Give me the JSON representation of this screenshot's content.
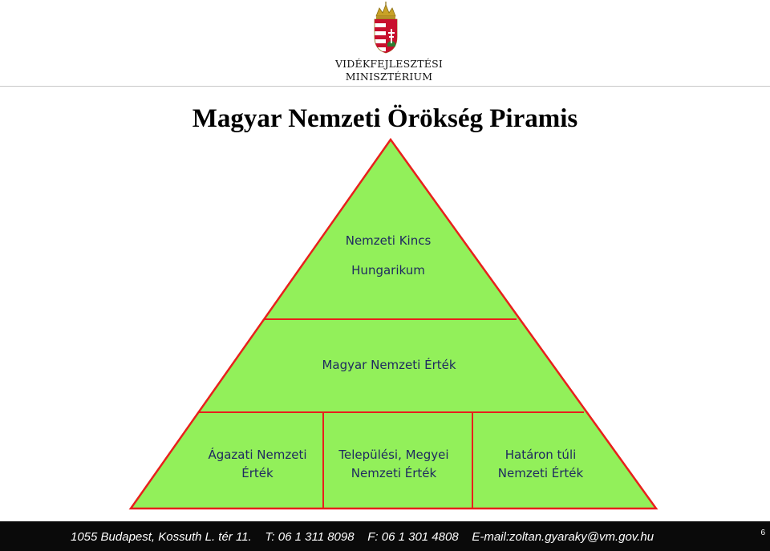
{
  "header": {
    "ministry_line1": "VIDÉKFEJLESZTÉSI",
    "ministry_line2": "MINISZTÉRIUM"
  },
  "title": "Magyar Nemzeti Örökség Piramis",
  "pyramid": {
    "fill_color": "#92f05a",
    "edge_color": "#e8201c",
    "top": {
      "line1": "Nemzeti Kincs",
      "line2": "Hungarikum"
    },
    "middle": {
      "line1": "Magyar Nemzeti Érték"
    },
    "bottom": [
      {
        "line1": "Ágazati Nemzeti",
        "line2": "Érték"
      },
      {
        "line1": "Települési, Megyei",
        "line2": "Nemzeti Érték"
      },
      {
        "line1": "Határon túli",
        "line2": "Nemzeti Érték"
      }
    ]
  },
  "footer": {
    "text": "1055 Budapest, Kossuth L. tér 11.    T: 06 1 311 8098    F: 06 1 301 4808    E-mail:zoltan.gyaraky@vm.gov.hu",
    "page_number": "6"
  }
}
